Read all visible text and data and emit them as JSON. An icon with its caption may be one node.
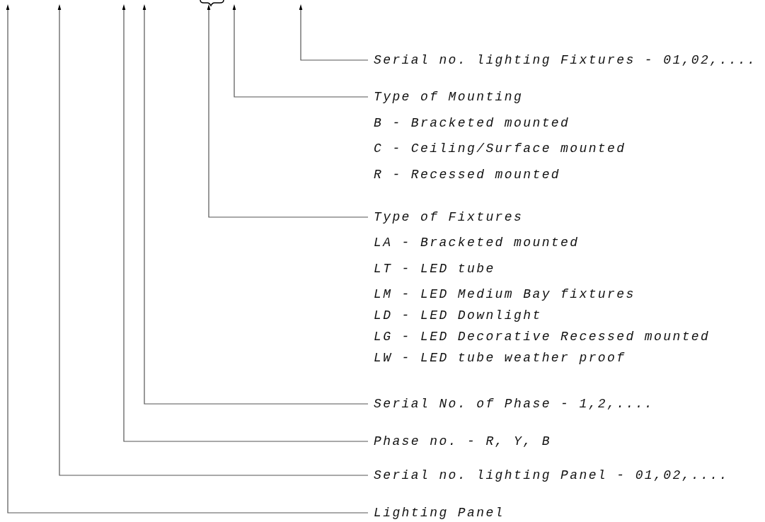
{
  "diagram": {
    "nodes": [
      {
        "text": [
          "Serial no. lighting Fixtures - 01,02,...."
        ]
      },
      {
        "text": [
          "Type of Mounting",
          "B - Bracketed mounted",
          "C - Ceiling/Surface mounted",
          "R - Recessed mounted"
        ]
      },
      {
        "text": [
          "Type of Fixtures",
          "LA - Bracketed mounted",
          "LT - LED tube",
          "LM - LED Medium Bay fixtures",
          "LD - LED Downlight",
          "LG - LED Decorative Recessed mounted",
          "LW - LED tube weather proof"
        ]
      },
      {
        "text": [
          "Serial No. of Phase - 1,2,...."
        ]
      },
      {
        "text": [
          "Phase no. - R, Y, B"
        ]
      },
      {
        "text": [
          "Serial no. lighting Panel - 01,02,...."
        ]
      },
      {
        "text": [
          "Lighting Panel"
        ]
      }
    ],
    "edges": [
      {
        "from": 0,
        "to": null,
        "arrow": "to"
      },
      {
        "from": 1,
        "to": null,
        "arrow": "to"
      },
      {
        "from": 2,
        "to": null,
        "arrow": "to"
      },
      {
        "from": 3,
        "to": null,
        "arrow": "to"
      },
      {
        "from": 4,
        "to": null,
        "arrow": "to"
      },
      {
        "from": 5,
        "to": null,
        "arrow": "to"
      },
      {
        "from": 6,
        "to": null,
        "arrow": "to"
      }
    ]
  }
}
